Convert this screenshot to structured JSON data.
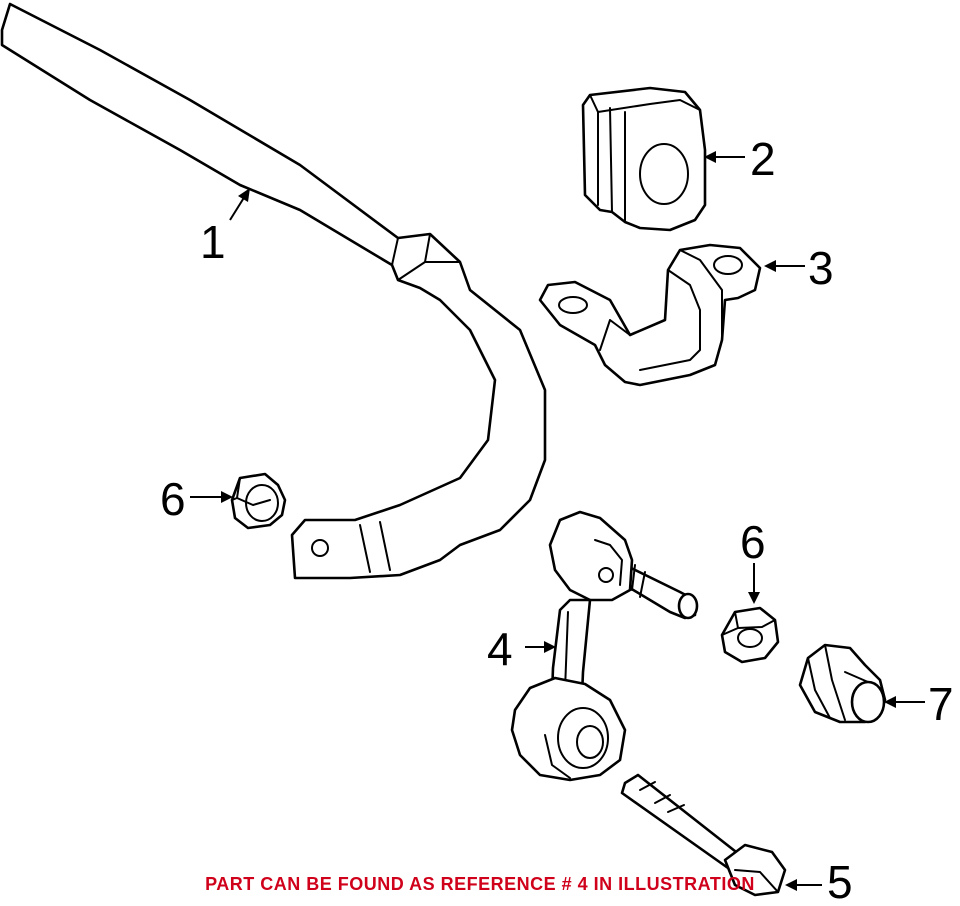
{
  "callouts": {
    "c1": "1",
    "c2": "2",
    "c3": "3",
    "c4": "4",
    "c5": "5",
    "c6a": "6",
    "c6b": "6",
    "c7": "7"
  },
  "notice": {
    "text": "PART CAN BE FOUND AS REFERENCE # 4 IN ILLUSTRATION",
    "color": "#d0021b"
  },
  "colors": {
    "line": "#000000",
    "background": "#ffffff"
  }
}
